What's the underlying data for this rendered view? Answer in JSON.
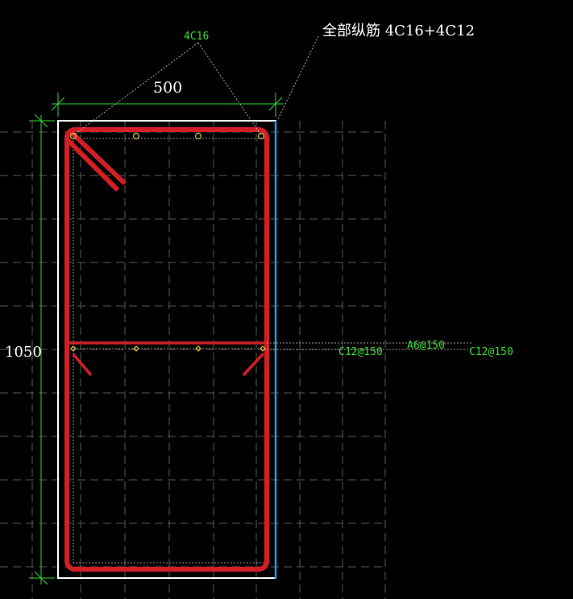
{
  "section": {
    "width_label": "500",
    "height_label": "1050",
    "all_bars_label": "全部纵筋 4C16+4C12",
    "top_bars_label": "4C16",
    "tie_label": "A6@150",
    "side_bar_label_left": "C12@150",
    "side_bar_label_right": "C12@150"
  },
  "colors": {
    "background": "#000000",
    "grid": "#5a5a5a",
    "concrete_outline": "#ffffff",
    "concrete_right_edge": "#1e9be0",
    "stirrup": "#d21f26",
    "dimension": "#33dd33",
    "bar_marker": "#d8c23a",
    "leader": "#cccccc",
    "label_white": "#ffffff",
    "label_green": "#33dd33"
  }
}
